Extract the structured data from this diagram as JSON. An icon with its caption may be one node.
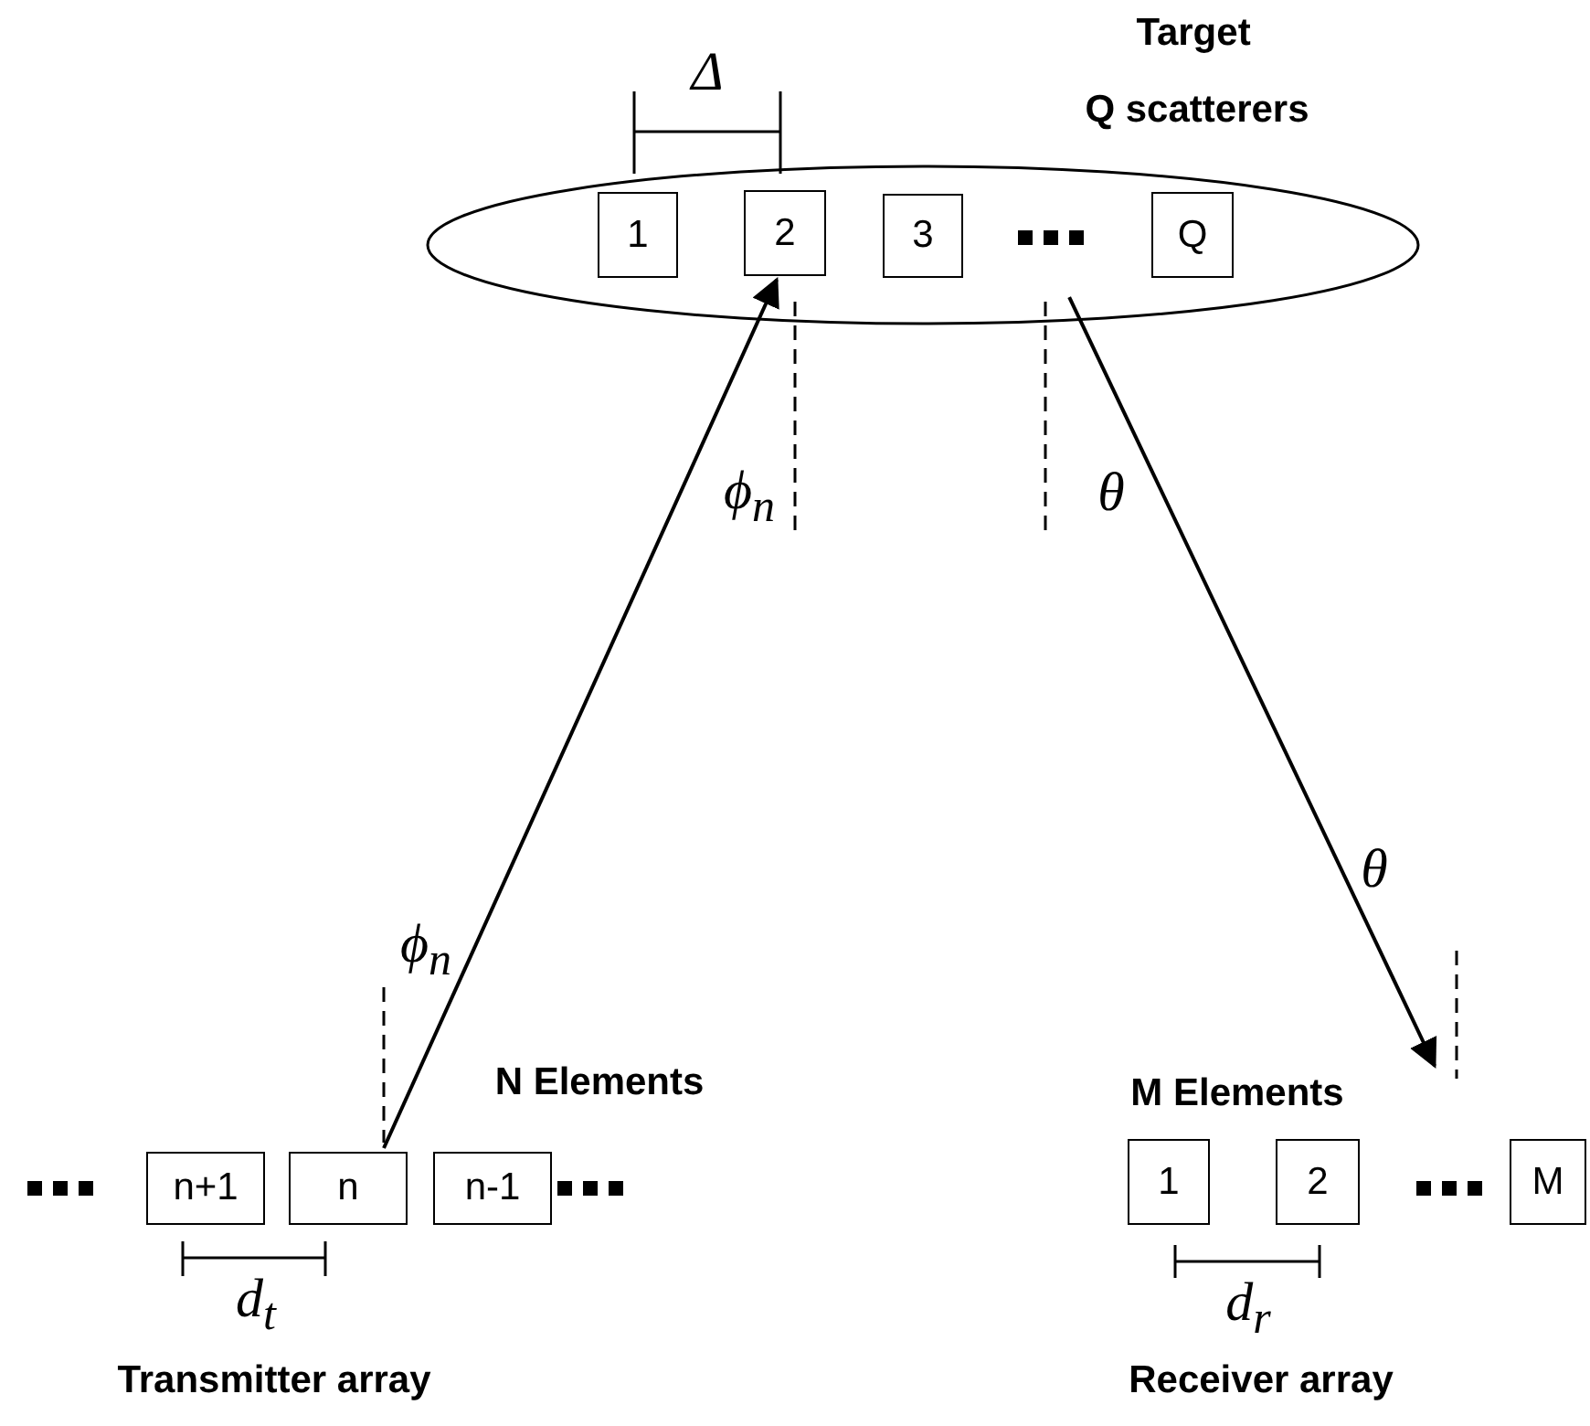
{
  "diagram": {
    "nodes": [
      {
        "text": [
          "Target",
          "Q scatterers"
        ]
      },
      {
        "text": [
          "1"
        ],
        "in": 0
      },
      {
        "text": [
          "2"
        ],
        "in": 0
      },
      {
        "text": [
          "3"
        ],
        "in": 0
      },
      {
        "text": [
          "Q"
        ],
        "in": 0
      },
      {
        "text": [
          "n+1"
        ]
      },
      {
        "text": [
          "n"
        ]
      },
      {
        "text": [
          "n-1"
        ]
      },
      {
        "text": [
          "1"
        ]
      },
      {
        "text": [
          "2"
        ]
      },
      {
        "text": [
          "M"
        ]
      }
    ],
    "edges": [
      {
        "from": 6,
        "to": 2,
        "arrow": "to"
      },
      {
        "from": 0,
        "to": null,
        "arrow": "to"
      }
    ],
    "labels": [
      "Δ",
      "ϕ$_{n}$",
      "θ",
      "θ",
      "ϕ$_{n}$",
      "N Elements",
      "M Elements",
      "d$_{t}$",
      "Transmitter array",
      "d$_{r}$",
      "Receiver array"
    ]
  }
}
